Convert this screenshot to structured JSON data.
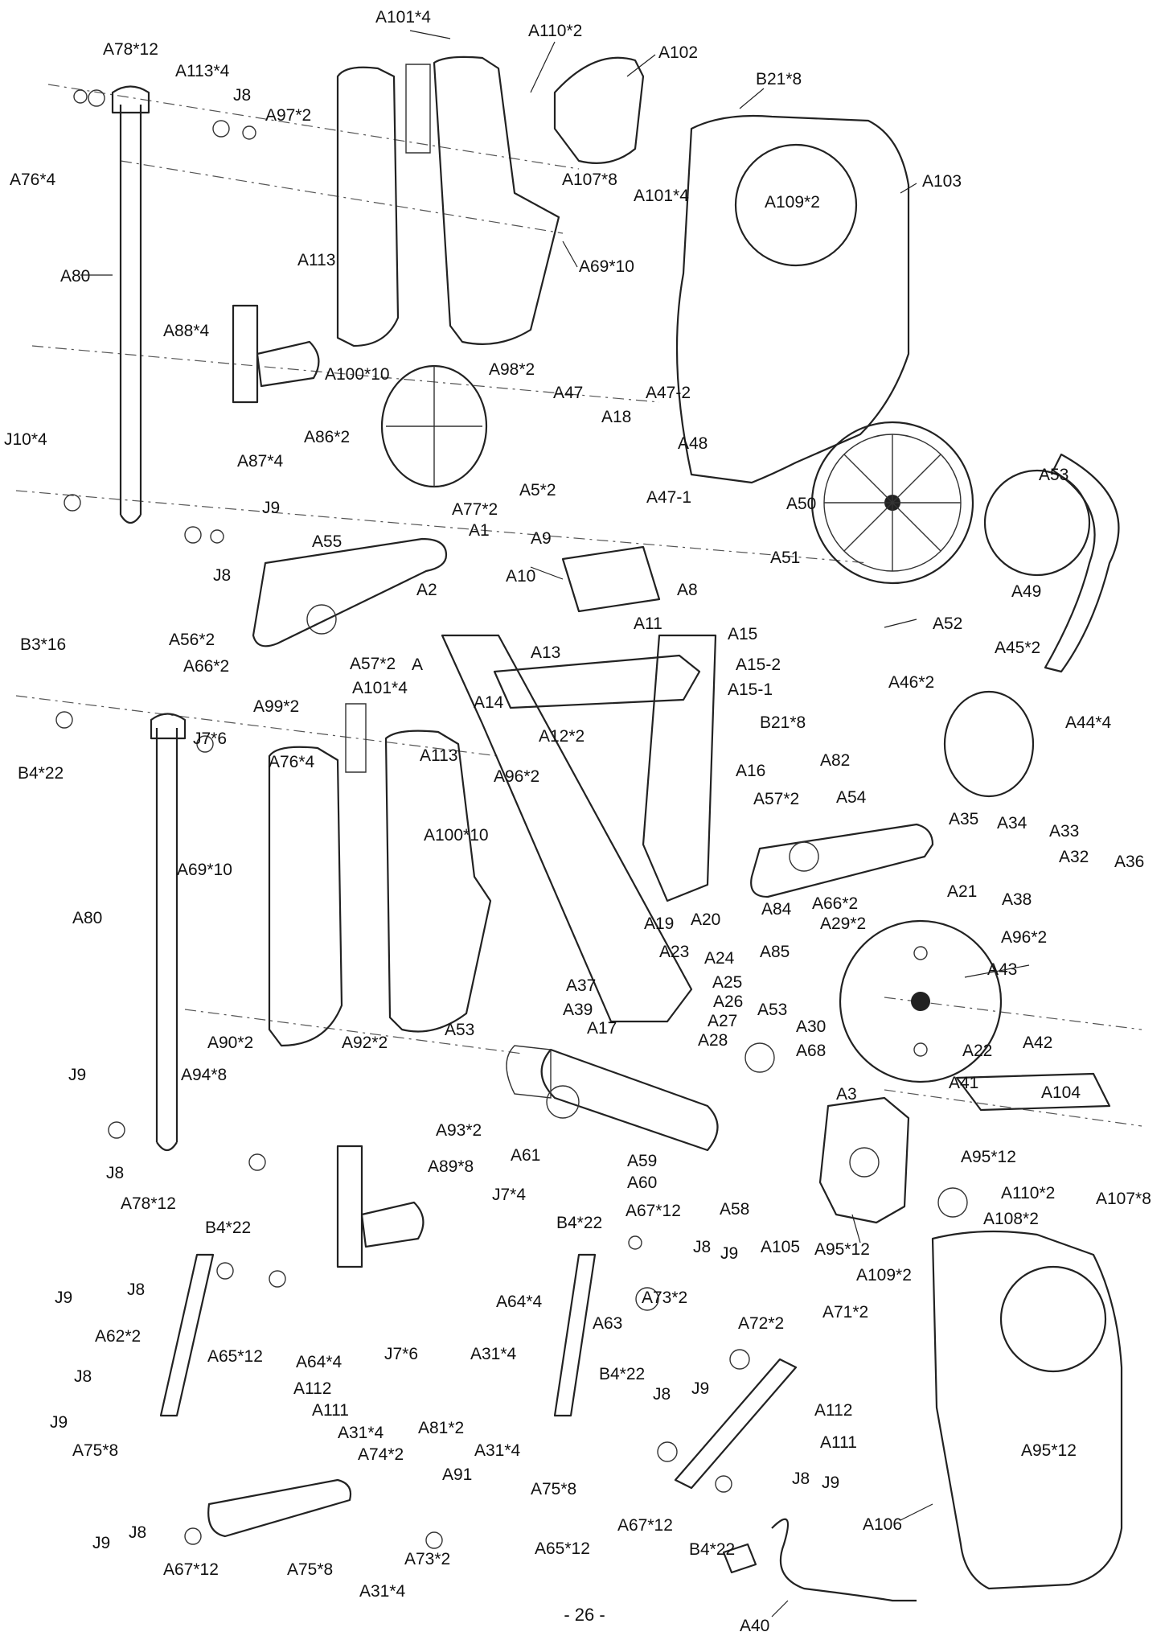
{
  "page_number": "- 26 -",
  "labels": {
    "A101_4": "A101*4",
    "A110_2": "A110*2",
    "A102": "A102",
    "B21_8": "B21*8",
    "A78_12": "A78*12",
    "A113_4": "A113*4",
    "J8": "J8",
    "A97_2": "A97*2",
    "A76_4": "A76*4",
    "A107_8": "A107*8",
    "A109_2": "A109*2",
    "A103": "A103",
    "A69_10": "A69*10",
    "A80": "A80",
    "A113": "A113",
    "A88_4": "A88*4",
    "A100_10": "A100*10",
    "A98_2": "A98*2",
    "A86_2": "A86*2",
    "A87_4": "A87*4",
    "J10_4": "J10*4",
    "A47": "A47",
    "A47_2": "A47-2",
    "A18": "A18",
    "A48": "A48",
    "A50": "A50",
    "A53": "A53",
    "J9": "J9",
    "A77_2": "A77*2",
    "A5_2": "A5*2",
    "A47_1": "A47-1",
    "A51": "A51",
    "A49": "A49",
    "A55": "A55",
    "A1": "A1",
    "A9": "A9",
    "A10": "A10",
    "A8": "A8",
    "A52": "A52",
    "A2": "A2",
    "A11": "A11",
    "A56_2": "A56*2",
    "A66_2": "A66*2",
    "A57_2": "A57*2",
    "A": "A",
    "A13": "A13",
    "A15": "A15",
    "A45_2": "A45*2",
    "B3_16": "B3*16",
    "A15_2": "A15-2",
    "A15_1": "A15-1",
    "A46_2": "A46*2",
    "A14": "A14",
    "A12_2": "A12*2",
    "A44_4": "A44*4",
    "A99_2": "A99*2",
    "J7_6": "J7*6",
    "A82": "A82",
    "B4_22": "B4*22",
    "A16": "A16",
    "A96_2": "A96*2",
    "A54": "A54",
    "A35": "A35",
    "A34": "A34",
    "A33": "A33",
    "A32": "A32",
    "A36": "A36",
    "A21": "A21",
    "A38": "A38",
    "A84": "A84",
    "A66_2b": "A66*2",
    "A29_2": "A29*2",
    "A19": "A19",
    "A20": "A20",
    "A85": "A85",
    "A43": "A43",
    "A23": "A23",
    "A24": "A24",
    "A37": "A37",
    "A25": "A25",
    "A39": "A39",
    "A26": "A26",
    "A27": "A27",
    "A17": "A17",
    "A28": "A28",
    "A90_2": "A90*2",
    "A92_2": "A92*2",
    "A30": "A30",
    "A68": "A68",
    "A22": "A22",
    "A42": "A42",
    "A41": "A41",
    "A104": "A104",
    "A94_8": "A94*8",
    "A93_2": "A93*2",
    "A3": "A3",
    "A61": "A61",
    "A95_12": "A95*12",
    "A89_8": "A89*8",
    "A59": "A59",
    "A60": "A60",
    "A58": "A58",
    "A105": "A105",
    "A108_2": "A108*2",
    "J7_4": "J7*4",
    "A67_12": "A67*12",
    "A64_4": "A64*4",
    "A73_2": "A73*2",
    "A62_2": "A62*2",
    "A65_12": "A65*12",
    "A63": "A63",
    "A72_2": "A72*2",
    "A71_2": "A71*2",
    "A31_4": "A31*4",
    "A112": "A112",
    "A111": "A111",
    "A75_8": "A75*8",
    "A74_2": "A74*2",
    "A81_2": "A81*2",
    "A91": "A91",
    "A106": "A106",
    "A40": "A40"
  }
}
